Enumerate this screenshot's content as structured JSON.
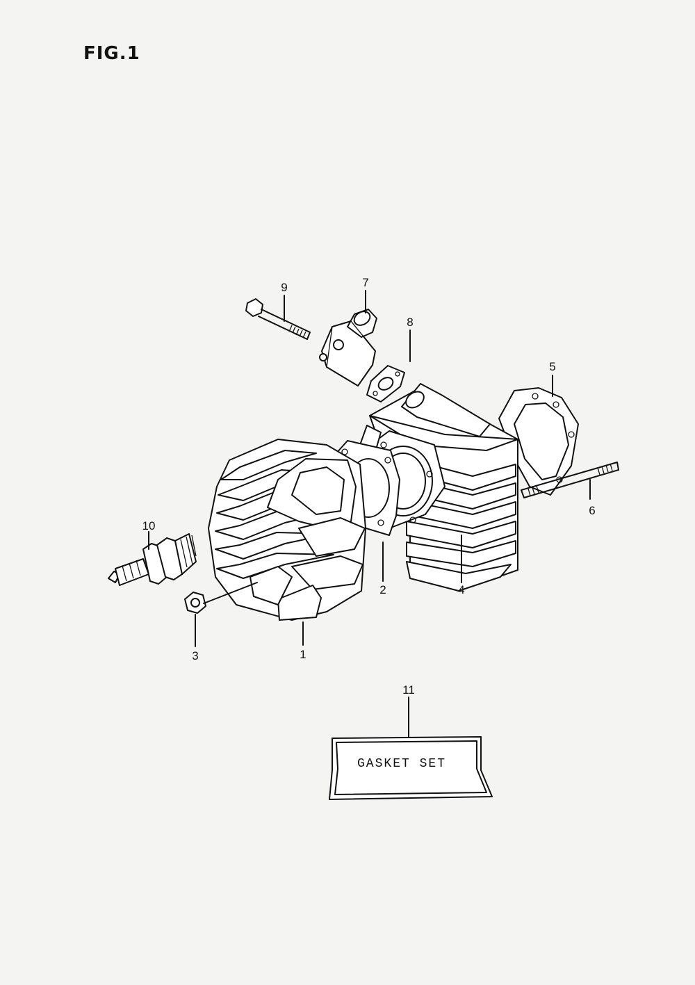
{
  "figure": {
    "title": "FIG.1"
  },
  "callouts": [
    {
      "id": "c1",
      "label": "1"
    },
    {
      "id": "c2",
      "label": "2"
    },
    {
      "id": "c3",
      "label": "3"
    },
    {
      "id": "c4",
      "label": "4"
    },
    {
      "id": "c5",
      "label": "5"
    },
    {
      "id": "c6",
      "label": "6"
    },
    {
      "id": "c7",
      "label": "7"
    },
    {
      "id": "c8",
      "label": "8"
    },
    {
      "id": "c9",
      "label": "9"
    },
    {
      "id": "c10",
      "label": "10"
    },
    {
      "id": "c11",
      "label": "11"
    }
  ],
  "gasket_set": {
    "label": "GASKET SET"
  }
}
